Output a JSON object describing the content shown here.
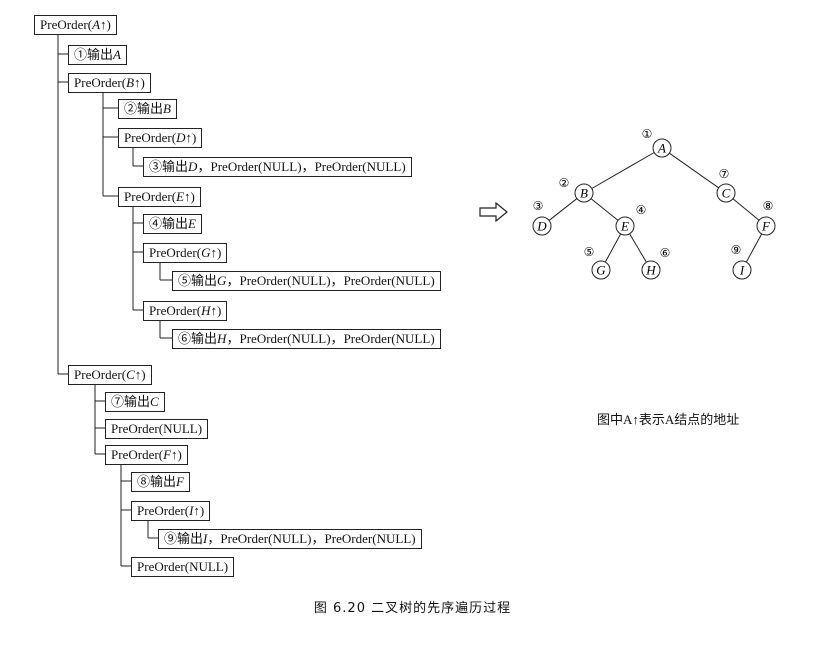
{
  "calls": [
    {
      "id": "c1",
      "text": "PreOrder(A↑)"
    },
    {
      "id": "c2",
      "text": "①输出A"
    },
    {
      "id": "c3",
      "text": "PreOrder(B↑)"
    },
    {
      "id": "c4",
      "text": "②输出B"
    },
    {
      "id": "c5",
      "text": "PreOrder(D↑)"
    },
    {
      "id": "c6",
      "text": "③输出D，PreOrder(NULL)，PreOrder(NULL)"
    },
    {
      "id": "c7",
      "text": "PreOrder(E↑)"
    },
    {
      "id": "c8",
      "text": "④输出E"
    },
    {
      "id": "c9",
      "text": "PreOrder(G↑)"
    },
    {
      "id": "c10",
      "text": "⑤输出G，PreOrder(NULL)，PreOrder(NULL)"
    },
    {
      "id": "c11",
      "text": "PreOrder(H↑)"
    },
    {
      "id": "c12",
      "text": "⑥输出H，PreOrder(NULL)，PreOrder(NULL)"
    },
    {
      "id": "c13",
      "text": "PreOrder(C↑)"
    },
    {
      "id": "c14",
      "text": "⑦输出C"
    },
    {
      "id": "c15",
      "text": "PreOrder(NULL)"
    },
    {
      "id": "c16",
      "text": "PreOrder(F↑)"
    },
    {
      "id": "c17",
      "text": "⑧输出F"
    },
    {
      "id": "c18",
      "text": "PreOrder(I↑)"
    },
    {
      "id": "c19",
      "text": "⑨输出I，PreOrder(NULL)，PreOrder(NULL)"
    },
    {
      "id": "c20",
      "text": "PreOrder(NULL)"
    }
  ],
  "tree": {
    "nodes": [
      {
        "id": "A",
        "label": "A",
        "order": "①"
      },
      {
        "id": "B",
        "label": "B",
        "order": "②"
      },
      {
        "id": "C",
        "label": "C",
        "order": "⑦"
      },
      {
        "id": "D",
        "label": "D",
        "order": "③"
      },
      {
        "id": "E",
        "label": "E",
        "order": "④"
      },
      {
        "id": "F",
        "label": "F",
        "order": "⑧"
      },
      {
        "id": "G",
        "label": "G",
        "order": "⑤"
      },
      {
        "id": "H",
        "label": "H",
        "order": "⑥"
      },
      {
        "id": "I",
        "label": "I",
        "order": "⑨"
      }
    ],
    "edges": [
      [
        "A",
        "B"
      ],
      [
        "A",
        "C"
      ],
      [
        "B",
        "D"
      ],
      [
        "B",
        "E"
      ],
      [
        "E",
        "G"
      ],
      [
        "E",
        "H"
      ],
      [
        "C",
        "F"
      ],
      [
        "F",
        "I"
      ]
    ]
  },
  "arrow_symbol": "⇨",
  "note": "图中A↑表示A结点的地址",
  "caption": "图 6.20  二叉树的先序遍历过程"
}
